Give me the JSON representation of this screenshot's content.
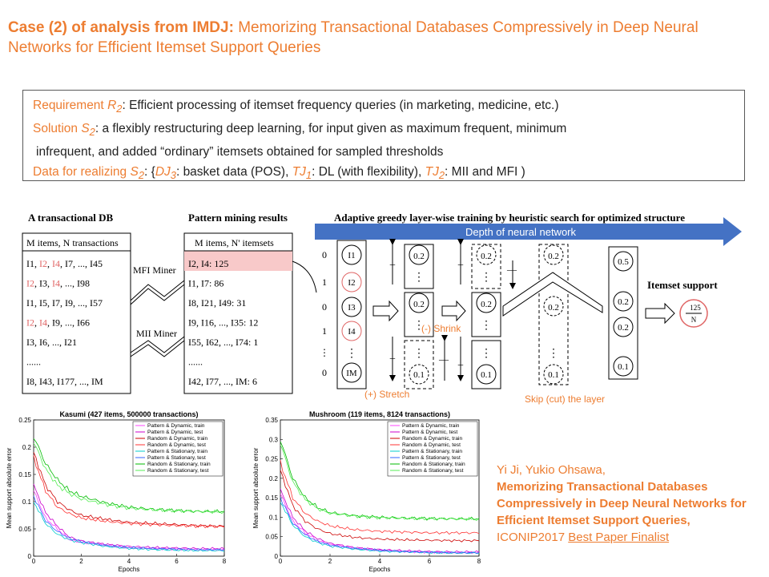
{
  "title": {
    "case_label": "Case (2) of analysis from IMDJ:",
    "paper_title": "Memorizing Transactional Databases Compressively in Deep Neural Networks for Efficient Itemset Support Queries"
  },
  "requirement_box": {
    "req_label": "Requirement",
    "req_var": "R",
    "req_sub": "2",
    "req_text": ": Efficient processing of itemset frequency queries (in marketing, medicine, etc.)",
    "sol_label": "Solution",
    "sol_var": "S",
    "sol_sub": "2",
    "sol_text": ":  a flexibly restructuring deep learning, for input given as maximum frequent, minimum",
    "sol_text2": "infrequent, and added “ordinary” itemsets obtained for sampled thresholds",
    "data_label": "Data for realizing",
    "data_var": "S",
    "data_sub": "2",
    "data_open": ": {",
    "dj": "DJ",
    "dj_sub": "3",
    "dj_text": ": basket data (POS), ",
    "tj1": "TJ",
    "tj1_sub": "1",
    "tj1_text": ": DL (with flexibility), ",
    "tj2": "TJ",
    "tj2_sub": "2",
    "tj2_text": ":  MII and MFI )"
  },
  "diagram": {
    "db_title": "A transactional DB",
    "db_header": "M items, N transactions",
    "db_rows": [
      "I1, I2, I4, I7, ..., I45",
      "I2, I3, I4, ..., I98",
      "I1, I5, I7, I9, ..., I57",
      "I2, I4, I9, ..., I66",
      "I3, I6, ..., I21",
      "......",
      "I8, I43, I177, ..., IM"
    ],
    "pm_title": "Pattern mining results",
    "pm_header": "M items, N' itemsets",
    "pm_rows": [
      "I2, I4: 125",
      "I1, I7: 86",
      "I8, I21, I49: 31",
      "I9, I16, ..., I35: 12",
      "I55, I62, ..., I74: 1",
      "......",
      "I42, I77, ..., IM: 6"
    ],
    "mfi_label": "MFI Miner",
    "mii_label": "MII Miner",
    "training_title": "Adaptive greedy layer-wise training by heuristic search for optimized structure",
    "depth_label": "Depth of neural network",
    "input_bits": [
      "0",
      "1",
      "0",
      "1",
      "⋮",
      "0"
    ],
    "input_nodes": [
      "I1",
      "I2",
      "I3",
      "I4",
      "⋮",
      "IM"
    ],
    "node_02": "0.2",
    "node_01": "0.1",
    "node_05": "0.5",
    "dots": "⋮",
    "shrink_label": "(-) Shrink",
    "stretch_label": "(+) Stretch",
    "skip_label": "Skip (cut) the layer",
    "plus": "+",
    "minus": "—",
    "support_title": "Itemset support",
    "support_num": "125",
    "support_den": "N"
  },
  "chart_data": [
    {
      "type": "line",
      "title": "Kasumi (427 items, 500000 transactions)",
      "xlabel": "Epochs",
      "ylabel": "Mean support absolute error",
      "xlim": [
        0,
        8
      ],
      "ylim": [
        0,
        0.25
      ],
      "xticks": [
        "0",
        "2",
        "4",
        "6",
        "8"
      ],
      "yticks": [
        "0",
        "0.05",
        "0.1",
        "0.15",
        "0.2",
        "0.25"
      ],
      "legend_position": "top-right",
      "series": [
        {
          "name": "Pattern & Dynamic, train",
          "color": "#ff44ff",
          "x": [
            0,
            0.5,
            1,
            1.5,
            2,
            3,
            4,
            5,
            6,
            7,
            8
          ],
          "values": [
            0.12,
            0.07,
            0.05,
            0.03,
            0.025,
            0.02,
            0.015,
            0.014,
            0.013,
            0.012,
            0.012
          ]
        },
        {
          "name": "Pattern & Dynamic, test",
          "color": "#cc00cc",
          "x": [
            0,
            0.5,
            1,
            1.5,
            2,
            3,
            4,
            5,
            6,
            7,
            8
          ],
          "values": [
            0.13,
            0.08,
            0.055,
            0.035,
            0.028,
            0.022,
            0.018,
            0.016,
            0.015,
            0.014,
            0.014
          ]
        },
        {
          "name": "Random & Dynamic, train",
          "color": "#cc0000",
          "x": [
            0,
            0.5,
            1,
            1.5,
            2,
            3,
            4,
            5,
            6,
            7,
            8
          ],
          "values": [
            0.19,
            0.13,
            0.1,
            0.085,
            0.075,
            0.068,
            0.062,
            0.06,
            0.058,
            0.056,
            0.055
          ]
        },
        {
          "name": "Random & Dynamic, test",
          "color": "#ff3333",
          "x": [
            0,
            0.5,
            1,
            1.5,
            2,
            3,
            4,
            5,
            6,
            7,
            8
          ],
          "values": [
            0.18,
            0.12,
            0.09,
            0.078,
            0.07,
            0.064,
            0.06,
            0.058,
            0.056,
            0.055,
            0.054
          ]
        },
        {
          "name": "Pattern & Stationary, train",
          "color": "#00cccc",
          "x": [
            0,
            0.5,
            1,
            1.5,
            2,
            3,
            4,
            5,
            6,
            7,
            8
          ],
          "values": [
            0.1,
            0.06,
            0.04,
            0.03,
            0.025,
            0.018,
            0.014,
            0.012,
            0.011,
            0.01,
            0.01
          ]
        },
        {
          "name": "Pattern & Stationary, test",
          "color": "#3366ff",
          "x": [
            0,
            0.5,
            1,
            1.5,
            2,
            3,
            4,
            5,
            6,
            7,
            8
          ],
          "values": [
            0.11,
            0.065,
            0.045,
            0.033,
            0.027,
            0.02,
            0.016,
            0.014,
            0.013,
            0.012,
            0.012
          ]
        },
        {
          "name": "Random & Stationary, train",
          "color": "#00bb00",
          "x": [
            0,
            0.5,
            1,
            1.5,
            2,
            3,
            4,
            5,
            6,
            7,
            8
          ],
          "values": [
            0.22,
            0.17,
            0.14,
            0.12,
            0.11,
            0.098,
            0.09,
            0.086,
            0.084,
            0.082,
            0.082
          ]
        },
        {
          "name": "Random & Stationary, test",
          "color": "#55ee55",
          "x": [
            0,
            0.5,
            1,
            1.5,
            2,
            3,
            4,
            5,
            6,
            7,
            8
          ],
          "values": [
            0.21,
            0.16,
            0.13,
            0.115,
            0.105,
            0.095,
            0.088,
            0.085,
            0.083,
            0.082,
            0.081
          ]
        }
      ]
    },
    {
      "type": "line",
      "title": "Mushroom (119 items, 8124 transactions)",
      "xlabel": "Epochs",
      "ylabel": "Mean support absolute error",
      "xlim": [
        0,
        8
      ],
      "ylim": [
        0,
        0.35
      ],
      "xticks": [
        "0",
        "2",
        "4",
        "6",
        "8"
      ],
      "yticks": [
        "0",
        "0.05",
        "0.1",
        "0.15",
        "0.2",
        "0.25",
        "0.3",
        "0.35"
      ],
      "legend_position": "top-right",
      "series": [
        {
          "name": "Pattern & Dynamic, train",
          "color": "#ff44ff",
          "x": [
            0,
            0.5,
            1,
            1.5,
            2,
            3,
            4,
            5,
            6,
            7,
            8
          ],
          "values": [
            0.16,
            0.09,
            0.06,
            0.04,
            0.03,
            0.02,
            0.015,
            0.012,
            0.01,
            0.009,
            0.009
          ]
        },
        {
          "name": "Pattern & Dynamic, test",
          "color": "#cc00cc",
          "x": [
            0,
            0.5,
            1,
            1.5,
            2,
            3,
            4,
            5,
            6,
            7,
            8
          ],
          "values": [
            0.17,
            0.1,
            0.065,
            0.045,
            0.033,
            0.022,
            0.017,
            0.014,
            0.012,
            0.011,
            0.011
          ]
        },
        {
          "name": "Random & Dynamic, train",
          "color": "#cc0000",
          "x": [
            0,
            0.5,
            1,
            1.5,
            2,
            3,
            4,
            5,
            6,
            7,
            8
          ],
          "values": [
            0.22,
            0.13,
            0.09,
            0.07,
            0.058,
            0.048,
            0.044,
            0.042,
            0.041,
            0.04,
            0.04
          ]
        },
        {
          "name": "Random & Dynamic, test",
          "color": "#ff3333",
          "x": [
            0,
            0.5,
            1,
            1.5,
            2,
            3,
            4,
            5,
            6,
            7,
            8
          ],
          "values": [
            0.24,
            0.15,
            0.11,
            0.09,
            0.078,
            0.068,
            0.064,
            0.062,
            0.06,
            0.06,
            0.06
          ]
        },
        {
          "name": "Pattern & Stationary, train",
          "color": "#00cccc",
          "x": [
            0,
            0.5,
            1,
            1.5,
            2,
            3,
            4,
            5,
            6,
            7,
            8
          ],
          "values": [
            0.14,
            0.08,
            0.05,
            0.035,
            0.026,
            0.018,
            0.013,
            0.011,
            0.009,
            0.008,
            0.008
          ]
        },
        {
          "name": "Pattern & Stationary, test",
          "color": "#3366ff",
          "x": [
            0,
            0.5,
            1,
            1.5,
            2,
            3,
            4,
            5,
            6,
            7,
            8
          ],
          "values": [
            0.15,
            0.085,
            0.055,
            0.038,
            0.028,
            0.02,
            0.015,
            0.012,
            0.01,
            0.009,
            0.009
          ]
        },
        {
          "name": "Random & Stationary, train",
          "color": "#00bb00",
          "x": [
            0,
            0.5,
            1,
            1.5,
            2,
            3,
            4,
            5,
            6,
            7,
            8
          ],
          "values": [
            0.3,
            0.2,
            0.15,
            0.125,
            0.112,
            0.104,
            0.1,
            0.098,
            0.097,
            0.096,
            0.096
          ]
        },
        {
          "name": "Random & Stationary, test",
          "color": "#55ee55",
          "x": [
            0,
            0.5,
            1,
            1.5,
            2,
            3,
            4,
            5,
            6,
            7,
            8
          ],
          "values": [
            0.29,
            0.19,
            0.145,
            0.122,
            0.11,
            0.103,
            0.099,
            0.097,
            0.096,
            0.096,
            0.095
          ]
        }
      ]
    }
  ],
  "citation": {
    "authors": "Yi Ji, Yukio Ohsawa,",
    "title": "Memorizing Transactional Databases Compressively in Deep Neural Networks for Efficient Itemset Support Queries,",
    "venue": "ICONIP2017 ",
    "award": "Best Paper Finalist"
  },
  "colors": {
    "accent": "#ed7d31",
    "arrow_blue": "#4472c4",
    "highlight_row": "#f8c9c9",
    "red_node": "#e06666"
  }
}
